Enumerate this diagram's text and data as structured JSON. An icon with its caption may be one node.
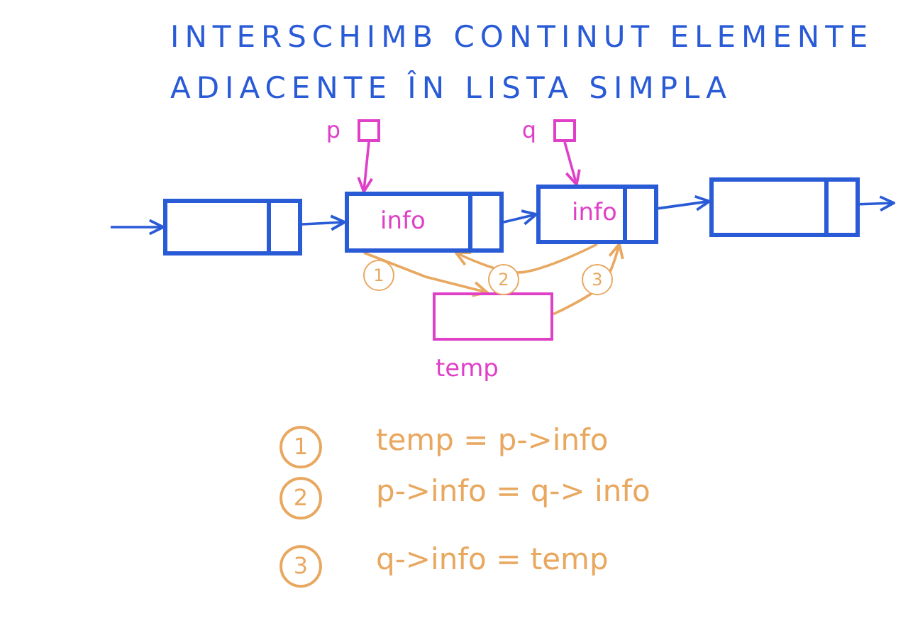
{
  "diagram": {
    "title": "INTERSCHIMB CONTINUT ELEMENTE ADIACENTE ÎN LISTA SIMPLA",
    "nodes": [
      {
        "text": [],
        "shape": "box"
      },
      {
        "text": [
          "info"
        ]
      },
      {
        "text": [
          "info"
        ]
      },
      {
        "text": [],
        "shape": "box"
      },
      {
        "text": [
          "p"
        ]
      },
      {
        "text": [
          "q"
        ]
      },
      {
        "text": [
          "temp"
        ]
      }
    ],
    "edges": [
      {
        "from": null,
        "to": 0,
        "arrow": "to"
      },
      {
        "from": 0,
        "to": 1,
        "arrow": "to"
      },
      {
        "from": 1,
        "to": 2,
        "arrow": "to"
      },
      {
        "from": 2,
        "to": 3,
        "arrow": "to"
      },
      {
        "from": 3,
        "to": null,
        "arrow": "to"
      },
      {
        "from": 4,
        "to": 1,
        "arrow": "to",
        "color": "#e040c8"
      },
      {
        "from": 5,
        "to": 2,
        "arrow": "to",
        "color": "#e040c8"
      },
      {
        "from": 1,
        "to": 6,
        "arrow": "to",
        "label": "1",
        "color": "#e8a860"
      },
      {
        "from": 2,
        "to": 1,
        "arrow": "to",
        "label": "2",
        "color": "#e8a860"
      },
      {
        "from": 6,
        "to": 2,
        "arrow": "to",
        "label": "3",
        "color": "#e8a860"
      }
    ],
    "labels": [
      "1",
      "temp = p->info",
      "2",
      "p->info = q-> info",
      "3",
      "q->info = temp"
    ]
  }
}
